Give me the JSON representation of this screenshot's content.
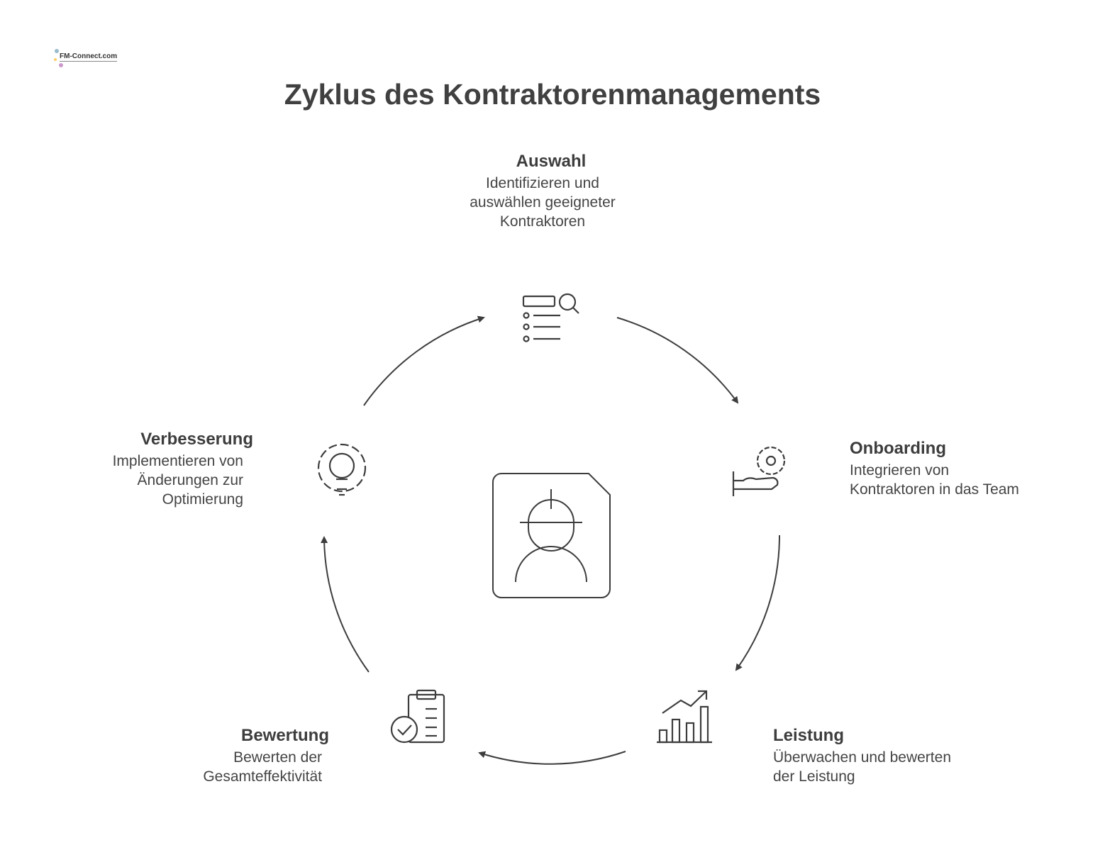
{
  "logo": {
    "text": "FM-Connect.com"
  },
  "title": "Zyklus des Kontraktorenmanagements",
  "center_icon": "worker-helmet-profile-icon",
  "stages": [
    {
      "title": "Auswahl",
      "lines": [
        "Identifizieren und",
        "auswählen geeigneter",
        "Kontraktoren"
      ],
      "icon": "list-search-icon"
    },
    {
      "title": "Onboarding",
      "lines": [
        "Integrieren von",
        "Kontraktoren in das Team"
      ],
      "icon": "hand-gear-icon"
    },
    {
      "title": "Leistung",
      "lines": [
        "Überwachen und bewerten",
        "der Leistung"
      ],
      "icon": "bar-chart-growth-icon"
    },
    {
      "title": "Bewertung",
      "lines": [
        "Bewerten der",
        "Gesamteffektivität"
      ],
      "icon": "clipboard-check-icon"
    },
    {
      "title": "Verbesserung",
      "lines": [
        "Implementieren von",
        "Änderungen zur",
        "Optimierung"
      ],
      "icon": "gear-lightbulb-icon"
    }
  ],
  "colors": {
    "stroke": "#3d3d3d",
    "text": "#444444"
  }
}
